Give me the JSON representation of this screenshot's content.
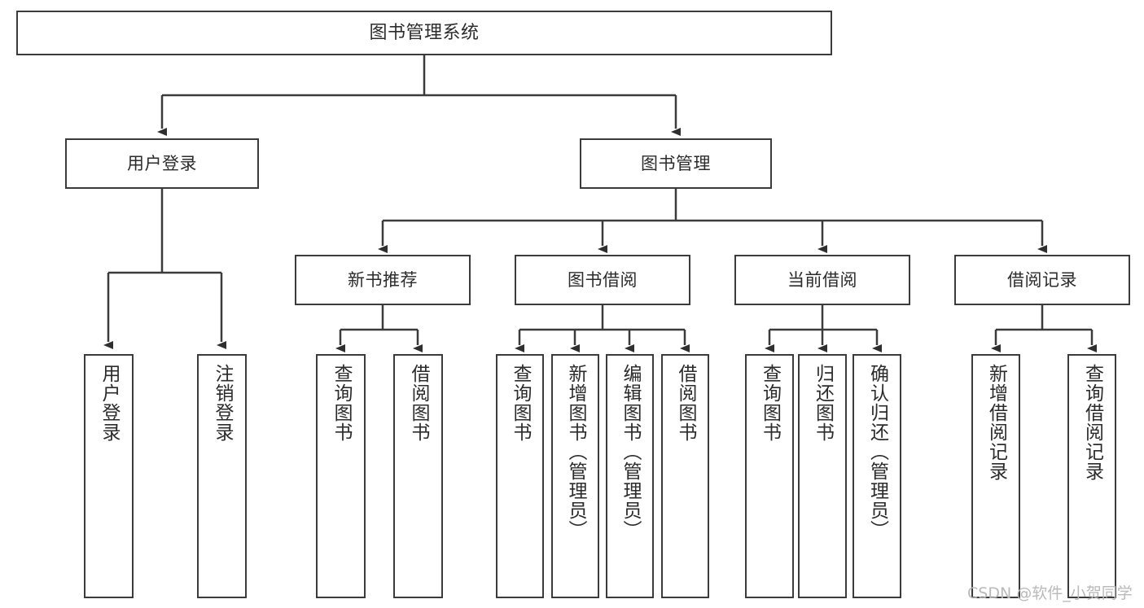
{
  "diagram": {
    "title": "图书管理系统",
    "type": "tree",
    "root": {
      "label": "图书管理系统"
    },
    "level2": [
      {
        "label": "用户登录"
      },
      {
        "label": "图书管理"
      }
    ],
    "level3": [
      {
        "label": "新书推荐"
      },
      {
        "label": "图书借阅"
      },
      {
        "label": "当前借阅"
      },
      {
        "label": "借阅记录"
      }
    ],
    "leaves": {
      "user_login": [
        {
          "label": "用户登录"
        },
        {
          "label": "注销登录"
        }
      ],
      "new_book_recommend": [
        {
          "label": "查询图书"
        },
        {
          "label": "借阅图书"
        }
      ],
      "book_borrow": [
        {
          "label": "查询图书"
        },
        {
          "label": "新增图书（管理员）"
        },
        {
          "label": "编辑图书（管理员）"
        },
        {
          "label": "借阅图书"
        }
      ],
      "current_borrow": [
        {
          "label": "查询图书"
        },
        {
          "label": "归还图书"
        },
        {
          "label": "确认归还（管理员）"
        }
      ],
      "borrow_records": [
        {
          "label": "新增借阅记录"
        },
        {
          "label": "查询借阅记录"
        }
      ]
    }
  },
  "watermark": {
    "text": "CSDN @软件_小贺同学"
  },
  "colors": {
    "stroke": "#3b3b3b",
    "background": "#ffffff",
    "text": "#2b2b2b",
    "watermark": "#b9b9b9"
  }
}
